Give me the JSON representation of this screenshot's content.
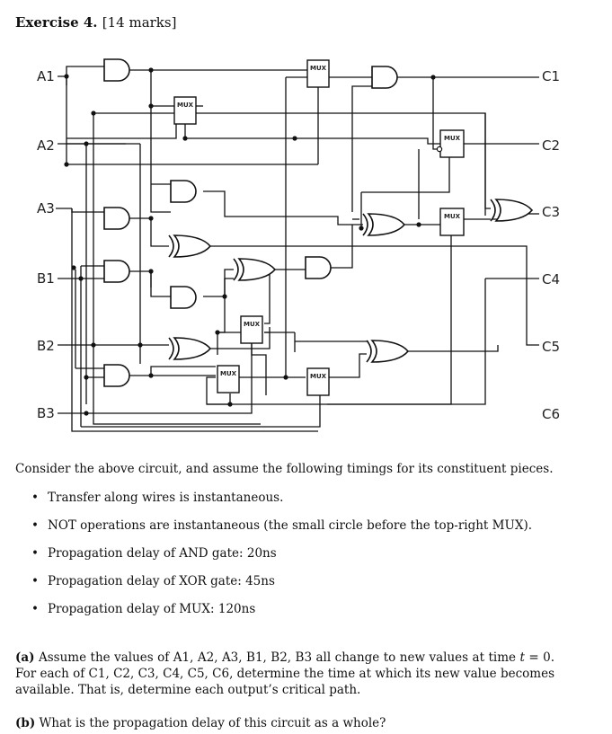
{
  "header": {
    "title": "Exercise 4.",
    "marks": "[14 marks]"
  },
  "circuit": {
    "inputs": [
      "A1",
      "A2",
      "A3",
      "B1",
      "B2",
      "B3"
    ],
    "outputs": [
      "C1",
      "C2",
      "C3",
      "C4",
      "C5",
      "C6"
    ],
    "mux_label": "MUX"
  },
  "intro": "Consider the above circuit, and assume the following timings for its constituent pieces.",
  "timings": [
    "Transfer along wires is instantaneous.",
    "NOT operations are instantaneous (the small circle before the top-right MUX).",
    "Propagation delay of AND gate: 20ns",
    "Propagation delay of XOR gate: 45ns",
    "Propagation delay of MUX: 120ns"
  ],
  "part_a": {
    "label": "(a)",
    "text_before_t": "Assume the values of A1, A2, A3, B1, B2, B3 all change to new values at time ",
    "t": "t",
    "text_after_t": " = 0. For each of C1, C2, C3, C4, C5, C6, determine the time at which its new value becomes available. That is, determine each output’s critical path."
  },
  "part_b": {
    "label": "(b)",
    "text": "What is the propagation delay of this circuit as a whole?"
  }
}
